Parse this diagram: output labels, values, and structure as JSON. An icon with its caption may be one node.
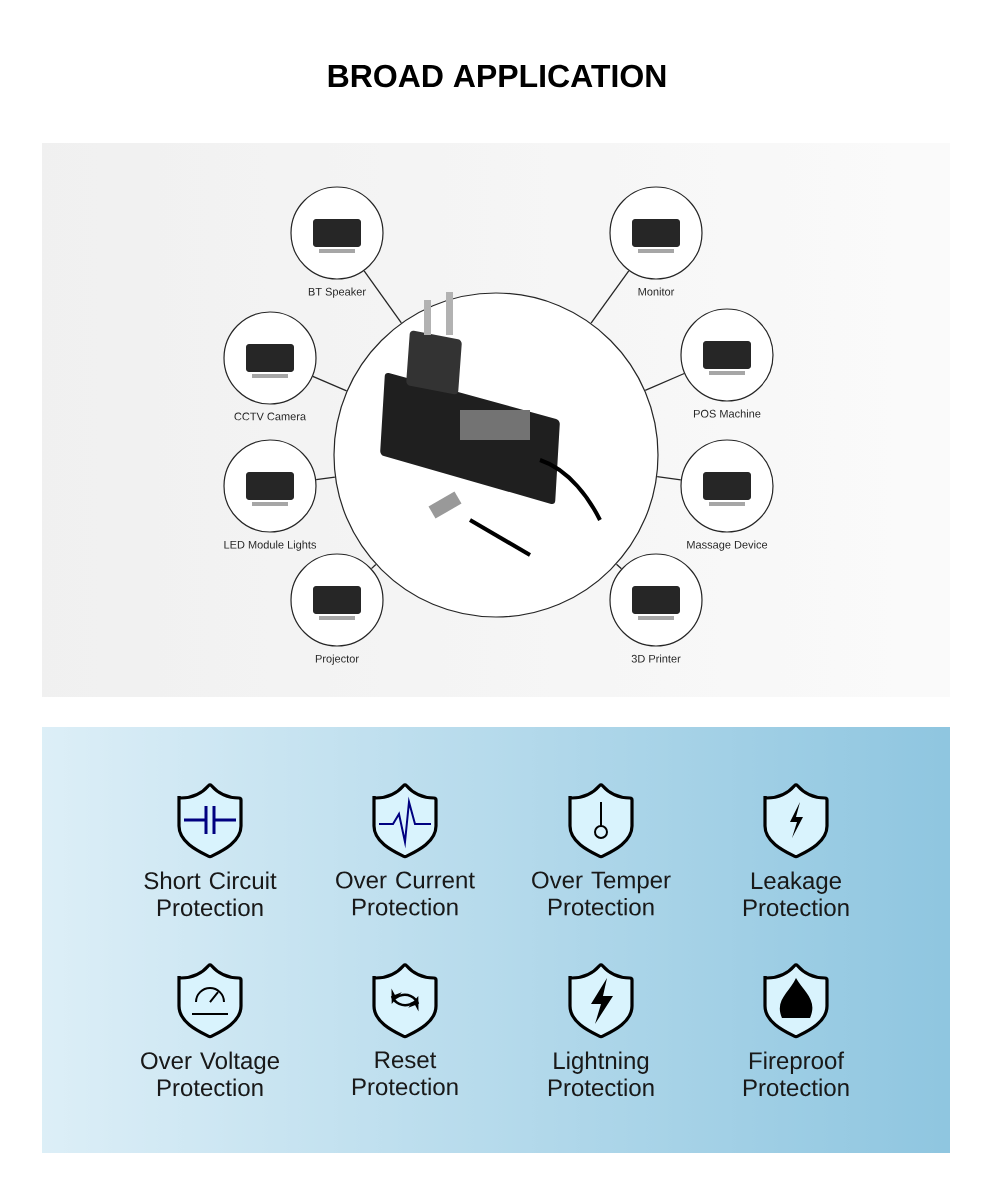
{
  "diagram": {
    "title": "BROAD APPLICATION",
    "nodes": [
      {
        "text": [],
        "shape": "picture"
      },
      {
        "text": [
          "BT Speaker"
        ]
      },
      {
        "text": [
          "Monitor"
        ]
      },
      {
        "text": [
          "CCTV Camera"
        ]
      },
      {
        "text": [
          "POS Machine"
        ]
      },
      {
        "text": [
          "LED Module Lights"
        ]
      },
      {
        "text": [
          "Massage Device"
        ]
      },
      {
        "text": [
          "Projector"
        ]
      },
      {
        "text": [
          "3D Printer"
        ]
      }
    ],
    "edges": [
      {
        "from": 1,
        "to": 0,
        "arrow": "none"
      },
      {
        "from": 2,
        "to": 0,
        "arrow": "none"
      },
      {
        "from": 3,
        "to": 0,
        "arrow": "none"
      },
      {
        "from": 4,
        "to": 0,
        "arrow": "none"
      },
      {
        "from": 5,
        "to": 0,
        "arrow": "none"
      },
      {
        "from": 6,
        "to": 0,
        "arrow": "none"
      },
      {
        "from": 7,
        "to": 0,
        "arrow": "none"
      },
      {
        "from": 8,
        "to": 0,
        "arrow": "none"
      }
    ],
    "labels": [
      "Short Circuit Protection",
      "Over Current Protection",
      "Over Temper Protection",
      "Leakage Protection",
      "Over Voltage Protection",
      "Reset Protection",
      "Lightning Protection",
      "Fireproof Protection"
    ]
  }
}
